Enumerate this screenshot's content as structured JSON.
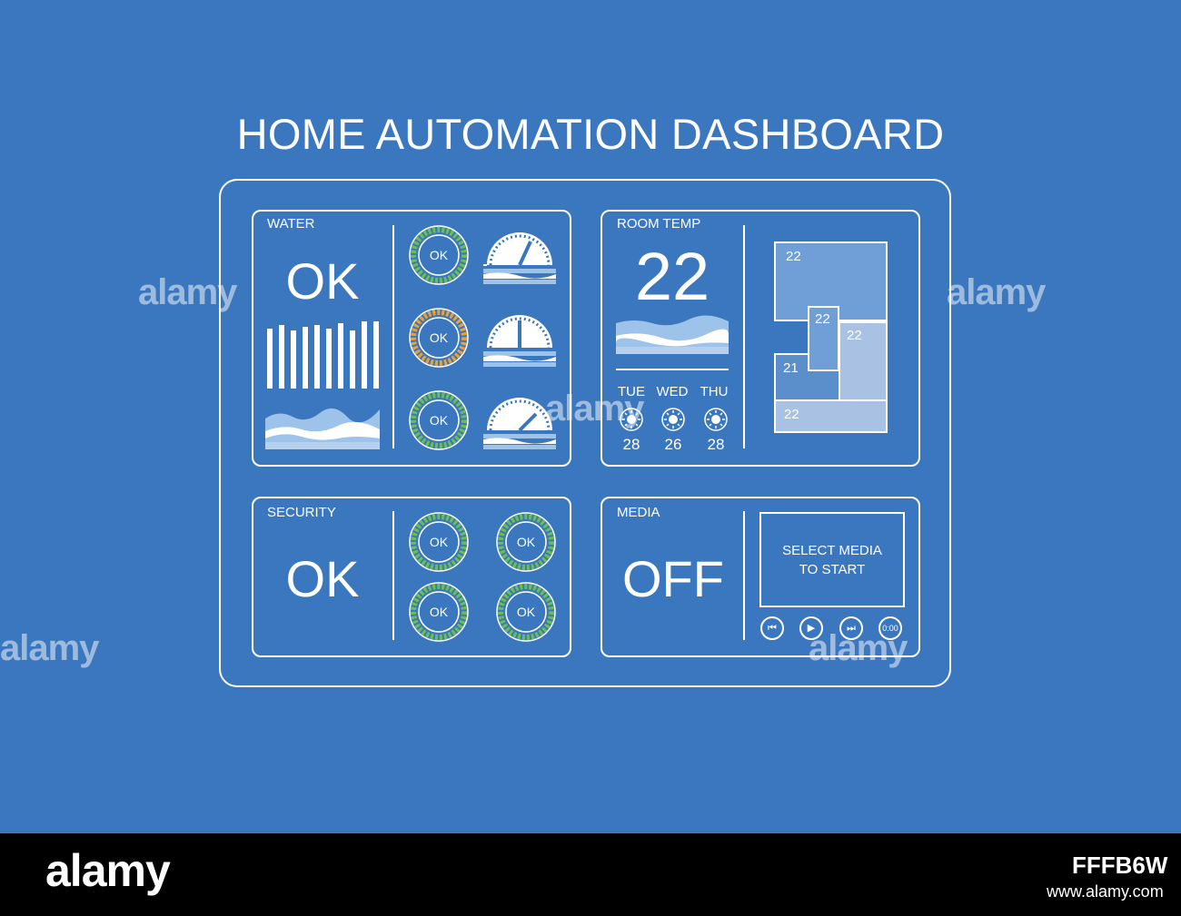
{
  "dashboard": {
    "title": "HOME AUTOMATION DASHBOARD"
  },
  "water": {
    "label": "WATER",
    "status": "OK",
    "indicators": [
      {
        "label": "OK",
        "ring_color": "#6cc04a"
      },
      {
        "label": "OK",
        "ring_color": "#f0a030"
      },
      {
        "label": "OK",
        "ring_color": "#6cc04a"
      }
    ]
  },
  "room_temp": {
    "label": "ROOM TEMP",
    "value": "22",
    "forecast": [
      {
        "day": "TUE",
        "temp": "28",
        "icon": "sun-icon"
      },
      {
        "day": "WED",
        "temp": "26",
        "icon": "sun-icon"
      },
      {
        "day": "THU",
        "temp": "28",
        "icon": "sun-icon"
      }
    ],
    "floorplan": {
      "r1": "22",
      "r2": "22",
      "r3": "22",
      "r4": "21",
      "r5": "22"
    }
  },
  "security": {
    "label": "SECURITY",
    "status": "OK",
    "indicators": [
      {
        "label": "OK",
        "ring_color": "#6cc04a"
      },
      {
        "label": "OK",
        "ring_color": "#6cc04a"
      },
      {
        "label": "OK",
        "ring_color": "#6cc04a"
      },
      {
        "label": "OK",
        "ring_color": "#6cc04a"
      }
    ]
  },
  "media": {
    "label": "MEDIA",
    "status": "OFF",
    "screen_line1": "SELECT MEDIA",
    "screen_line2": "TO START",
    "controls": {
      "prev": "rewind-icon",
      "play": "play-icon",
      "next": "fast-forward-icon",
      "time": "0:00"
    }
  },
  "watermark": {
    "brand": "alamy",
    "image_id": "FFFB6W",
    "site": "www.alamy.com"
  }
}
